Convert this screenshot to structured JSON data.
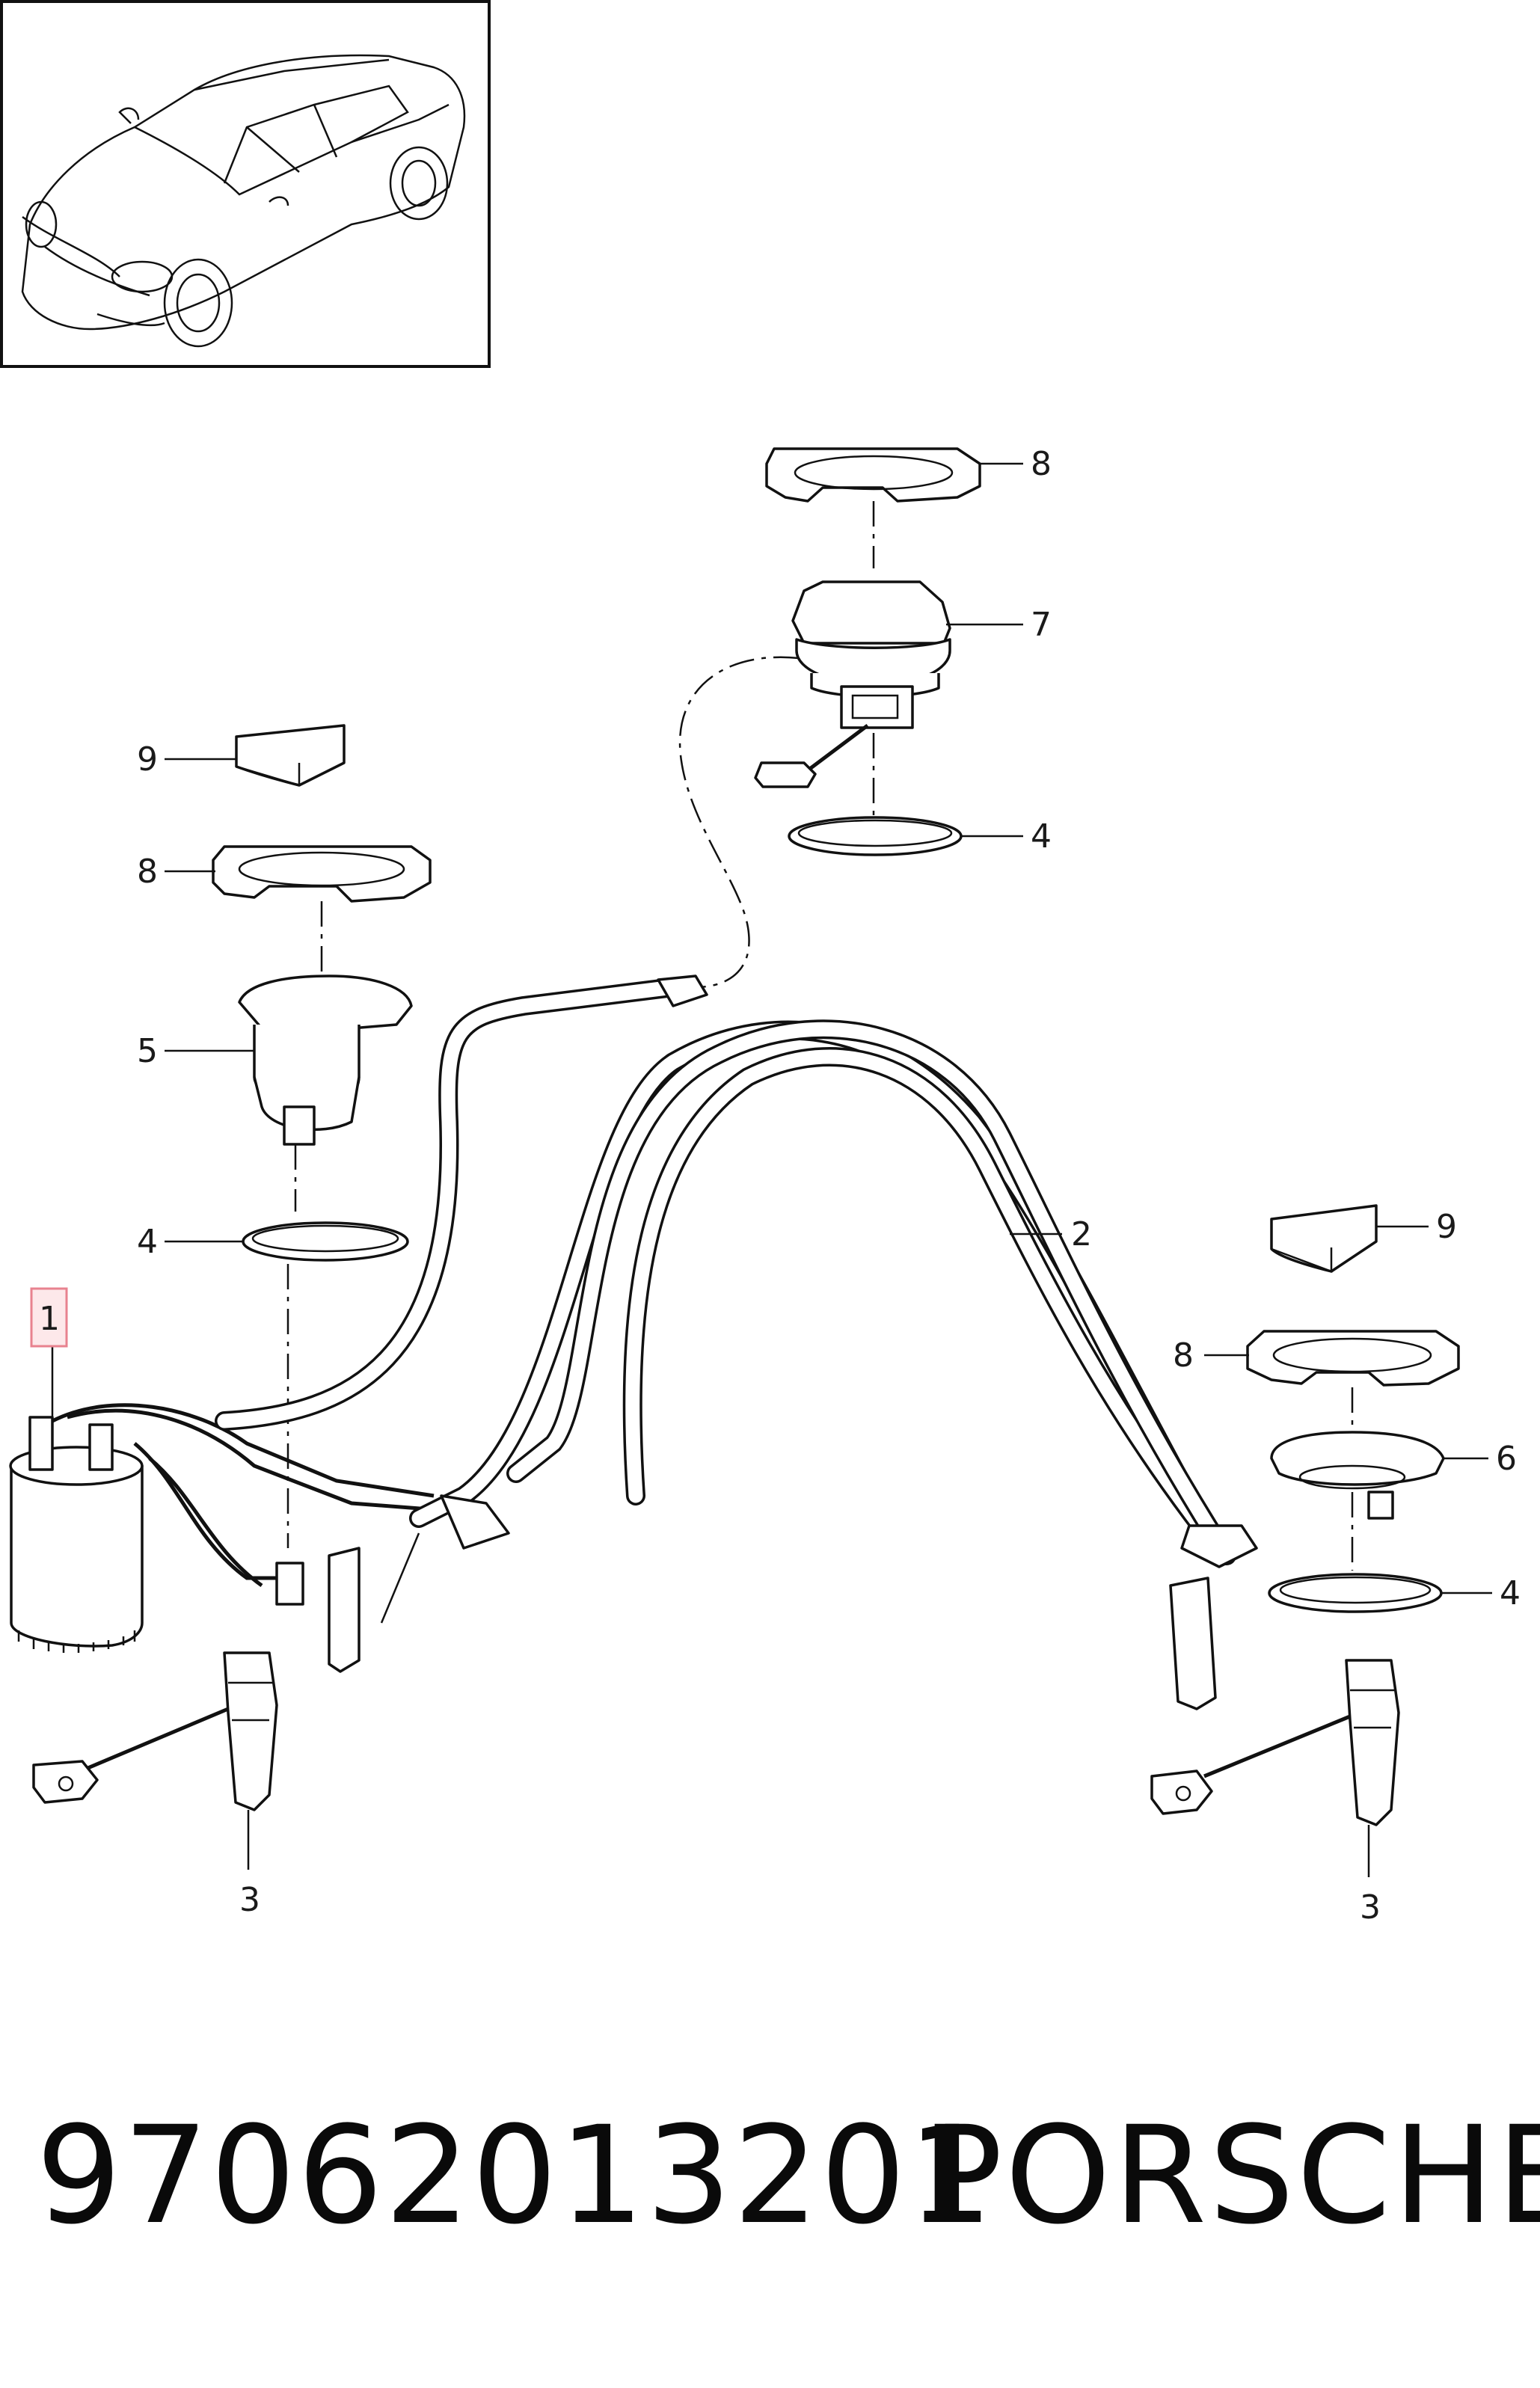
{
  "callouts": {
    "p1": "1",
    "p2": "2",
    "p3_left": "3",
    "p3_right": "3",
    "p4_top": "4",
    "p4_left": "4",
    "p4_right": "4",
    "p5": "5",
    "p6": "6",
    "p7": "7",
    "p8_top": "8",
    "p8_left": "8",
    "p8_right": "8",
    "p9_left": "9",
    "p9_right": "9"
  },
  "highlight_color": "#e8828f",
  "footer": {
    "part_number": "97062013201",
    "brand": "PORSCHE"
  }
}
